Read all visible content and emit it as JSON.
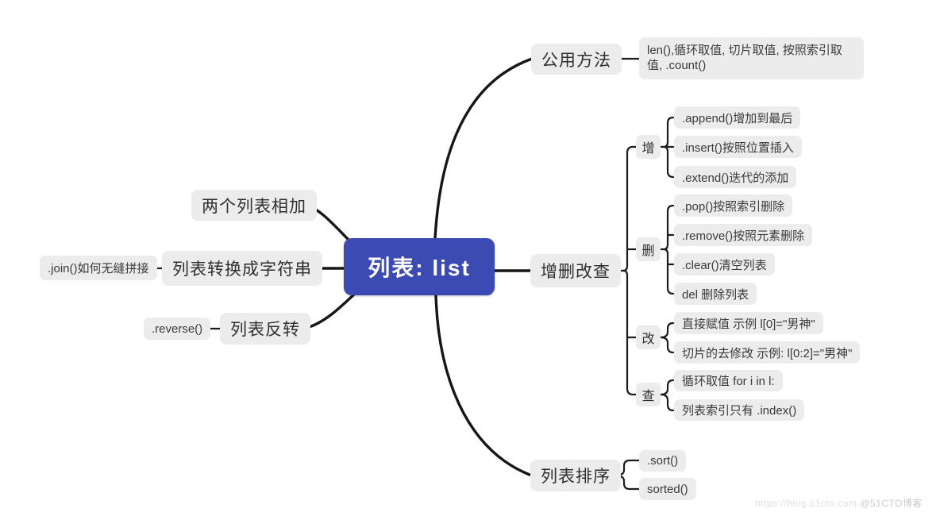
{
  "colors": {
    "background": "#ffffff",
    "root_bg": "#3b4bb3",
    "root_text": "#ffffff",
    "node_bg": "#ececec",
    "node_text": "#2f2f2f",
    "line": "#161616"
  },
  "mindmap": {
    "root": {
      "label": "列表: list"
    },
    "left": [
      {
        "label": "两个列表相加",
        "children": []
      },
      {
        "label": "列表转换成字符串",
        "children": [
          {
            "label": ".join()如何无缝拼接"
          }
        ]
      },
      {
        "label": "列表反转",
        "children": [
          {
            "label": ".reverse()"
          }
        ]
      }
    ],
    "right": [
      {
        "label": "公用方法",
        "children": [
          {
            "label": "len(),循环取值, 切片取值, 按照索引取值, .count()"
          }
        ]
      },
      {
        "label": "增删改查",
        "children": [
          {
            "label": "增",
            "children": [
              {
                "label": ".append()增加到最后"
              },
              {
                "label": ".insert()按照位置插入"
              },
              {
                "label": ".extend()迭代的添加"
              }
            ]
          },
          {
            "label": "删",
            "children": [
              {
                "label": ".pop()按照索引删除"
              },
              {
                "label": ".remove()按照元素删除"
              },
              {
                "label": ".clear()清空列表"
              },
              {
                "label": "del 删除列表"
              }
            ]
          },
          {
            "label": "改",
            "children": [
              {
                "label": "直接赋值 示例 l[0]=\"男神\""
              },
              {
                "label": "切片的去修改 示例: l[0:2]=\"男神\""
              }
            ]
          },
          {
            "label": "查",
            "children": [
              {
                "label": "循环取值 for i in l:"
              },
              {
                "label": "列表索引只有 .index()"
              }
            ]
          }
        ]
      },
      {
        "label": "列表排序",
        "children": [
          {
            "label": ".sort()"
          },
          {
            "label": "sorted()"
          }
        ]
      }
    ]
  },
  "watermark": {
    "url": "https://blog.51cto.com",
    "handle": "@51CTO博客"
  }
}
